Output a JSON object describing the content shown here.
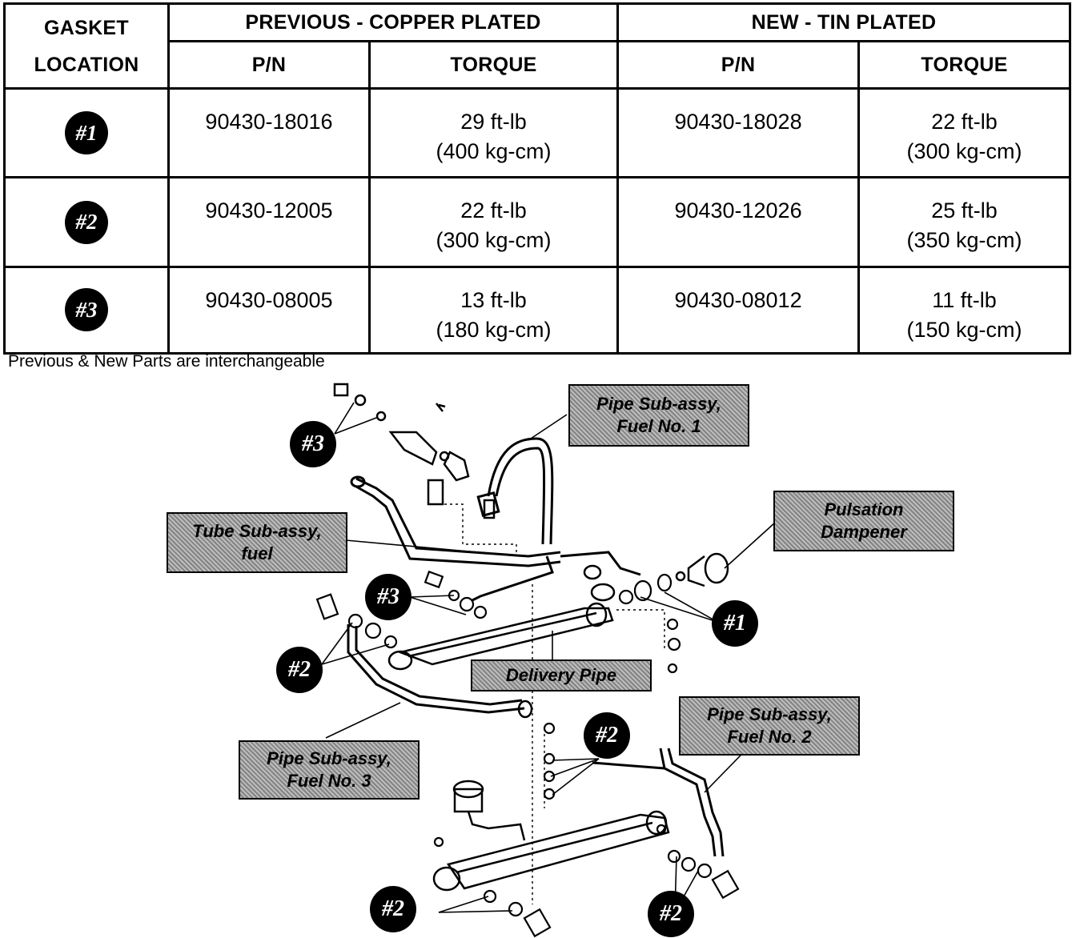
{
  "table": {
    "headers": {
      "gasket_location_line1": "GASKET",
      "gasket_location_line2": "LOCATION",
      "previous_group": "PREVIOUS - COPPER PLATED",
      "new_group": "NEW - TIN PLATED",
      "pn": "P/N",
      "torque": "TORQUE"
    },
    "rows": [
      {
        "location": "#1",
        "prev_pn": "90430-18016",
        "prev_torque_ft": "29 ft-lb",
        "prev_torque_kg": "(400 kg-cm)",
        "new_pn": "90430-18028",
        "new_torque_ft": "22 ft-lb",
        "new_torque_kg": "(300 kg-cm)"
      },
      {
        "location": "#2",
        "prev_pn": "90430-12005",
        "prev_torque_ft": "22 ft-lb",
        "prev_torque_kg": "(300 kg-cm)",
        "new_pn": "90430-12026",
        "new_torque_ft": "25 ft-lb",
        "new_torque_kg": "(350 kg-cm)"
      },
      {
        "location": "#3",
        "prev_pn": "90430-08005",
        "prev_torque_ft": "13 ft-lb",
        "prev_torque_kg": "(180 kg-cm)",
        "new_pn": "90430-08012",
        "new_torque_ft": "11 ft-lb",
        "new_torque_kg": "(150 kg-cm)"
      }
    ]
  },
  "footnote": "Previous & New Parts are interchangeable",
  "diagram": {
    "callouts": {
      "pipe_fuel_1": [
        "Pipe Sub-assy,",
        "Fuel No. 1"
      ],
      "tube_fuel": [
        "Tube Sub-assy,",
        "fuel"
      ],
      "pulsation": [
        "Pulsation",
        "Dampener"
      ],
      "delivery": [
        "Delivery Pipe"
      ],
      "pipe_fuel_2": [
        "Pipe Sub-assy,",
        "Fuel No. 2"
      ],
      "pipe_fuel_3": [
        "Pipe Sub-assy,",
        "Fuel No. 3"
      ]
    },
    "ref_labels": [
      "#3",
      "#3",
      "#1",
      "#2",
      "#2",
      "#2",
      "#2"
    ]
  }
}
